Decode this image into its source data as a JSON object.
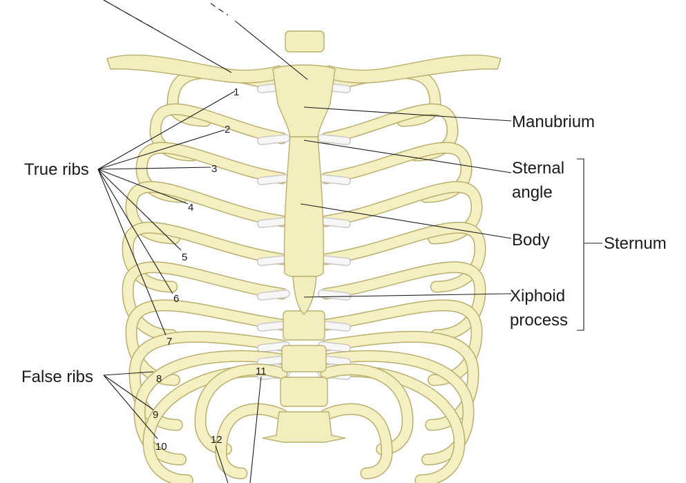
{
  "labels": {
    "manubrium": "Manubrium",
    "sternal_angle_1": "Sternal",
    "sternal_angle_2": "angle",
    "body": "Body",
    "xiphoid_1": "Xiphoid",
    "xiphoid_2": "process",
    "sternum": "Sternum",
    "true_ribs": "True ribs",
    "false_ribs": "False ribs"
  },
  "rib_numbers": [
    "1",
    "2",
    "3",
    "4",
    "5",
    "6",
    "7",
    "8",
    "9",
    "10",
    "11",
    "12"
  ],
  "colors": {
    "bone": "#f3eebd",
    "bone_outline": "#b9ae6c",
    "cartilage": "#f7f7f7",
    "text": "#1a1a1a"
  }
}
